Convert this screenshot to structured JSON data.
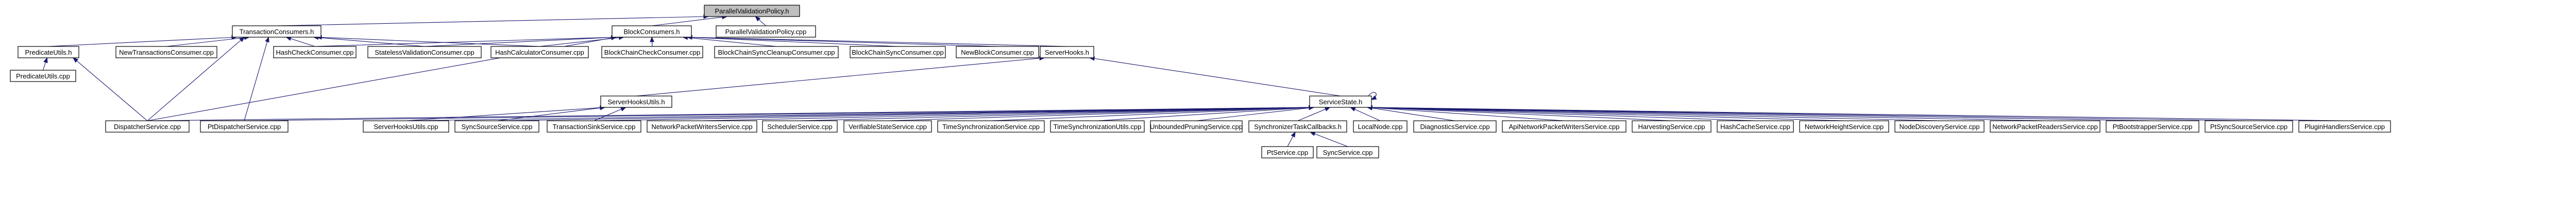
{
  "graph": {
    "nodes": [
      {
        "id": "root",
        "label": "ParallelValidationPolicy.h",
        "root": true
      },
      {
        "id": "tc",
        "label": "TransactionConsumers.h"
      },
      {
        "id": "bc",
        "label": "BlockConsumers.h"
      },
      {
        "id": "pvp",
        "label": "ParallelValidationPolicy.cpp"
      },
      {
        "id": "pu",
        "label": "PredicateUtils.h"
      },
      {
        "id": "ntc",
        "label": "NewTransactionsConsumer.cpp"
      },
      {
        "id": "hcc",
        "label": "HashCheckConsumer.cpp"
      },
      {
        "id": "svc",
        "label": "StatelessValidationConsumer.cpp"
      },
      {
        "id": "hcalc",
        "label": "HashCalculatorConsumer.cpp"
      },
      {
        "id": "bccc",
        "label": "BlockChainCheckConsumer.cpp"
      },
      {
        "id": "bcscc",
        "label": "BlockChainSyncCleanupConsumer.cpp"
      },
      {
        "id": "bcsc",
        "label": "BlockChainSyncConsumer.cpp"
      },
      {
        "id": "nbc",
        "label": "NewBlockConsumer.cpp"
      },
      {
        "id": "shk",
        "label": "ServerHooks.h"
      },
      {
        "id": "puc",
        "label": "PredicateUtils.cpp"
      },
      {
        "id": "shu",
        "label": "ServerHooksUtils.h"
      },
      {
        "id": "ss",
        "label": "ServiceState.h"
      },
      {
        "id": "ds",
        "label": "DispatcherService.cpp"
      },
      {
        "id": "ptd",
        "label": "PtDispatcherService.cpp"
      },
      {
        "id": "shuc",
        "label": "ServerHooksUtils.cpp"
      },
      {
        "id": "sss",
        "label": "SyncSourceService.cpp"
      },
      {
        "id": "tss",
        "label": "TransactionSinkService.cpp"
      },
      {
        "id": "npw",
        "label": "NetworkPacketWritersService.cpp"
      },
      {
        "id": "sch",
        "label": "SchedulerService.cpp"
      },
      {
        "id": "vss",
        "label": "VerifiableStateService.cpp"
      },
      {
        "id": "tsyn",
        "label": "TimeSynchronizationService.cpp"
      },
      {
        "id": "tsu",
        "label": "TimeSynchronizationUtils.cpp"
      },
      {
        "id": "ups",
        "label": "UnboundedPruningService.cpp"
      },
      {
        "id": "stc",
        "label": "SynchronizerTaskCallbacks.h"
      },
      {
        "id": "ln",
        "label": "LocalNode.cpp"
      },
      {
        "id": "dgs",
        "label": "DiagnosticsService.cpp"
      },
      {
        "id": "apnpw",
        "label": "ApiNetworkPacketWritersService.cpp"
      },
      {
        "id": "hvs",
        "label": "HarvestingService.cpp"
      },
      {
        "id": "hcs",
        "label": "HashCacheService.cpp"
      },
      {
        "id": "nhs",
        "label": "NetworkHeightService.cpp"
      },
      {
        "id": "nds",
        "label": "NodeDiscoveryService.cpp"
      },
      {
        "id": "npr",
        "label": "NetworkPacketReadersService.cpp"
      },
      {
        "id": "ptb",
        "label": "PtBootstrapperService.cpp"
      },
      {
        "id": "ptss",
        "label": "PtSyncSourceService.cpp"
      },
      {
        "id": "phs",
        "label": "PluginHandlersService.cpp"
      },
      {
        "id": "pts",
        "label": "PtService.cpp"
      },
      {
        "id": "syncs",
        "label": "SyncService.cpp"
      }
    ],
    "edges": [
      [
        "tc",
        "root"
      ],
      [
        "bc",
        "root"
      ],
      [
        "pvp",
        "root"
      ],
      [
        "pu",
        "tc"
      ],
      [
        "ntc",
        "tc"
      ],
      [
        "hcc",
        "tc"
      ],
      [
        "svc",
        "tc"
      ],
      [
        "hcalc",
        "tc"
      ],
      [
        "ds",
        "tc"
      ],
      [
        "ptd",
        "tc"
      ],
      [
        "hcc",
        "bc"
      ],
      [
        "svc",
        "bc"
      ],
      [
        "hcalc",
        "bc"
      ],
      [
        "bccc",
        "bc"
      ],
      [
        "bcscc",
        "bc"
      ],
      [
        "bcsc",
        "bc"
      ],
      [
        "nbc",
        "bc"
      ],
      [
        "shk",
        "bc"
      ],
      [
        "ds",
        "bc"
      ],
      [
        "puc",
        "pu"
      ],
      [
        "ds",
        "pu"
      ],
      [
        "shu",
        "shk"
      ],
      [
        "ss",
        "shk"
      ],
      [
        "shuc",
        "shu"
      ],
      [
        "sss",
        "shu"
      ],
      [
        "tss",
        "shu"
      ],
      [
        "ss",
        "ss"
      ],
      [
        "ds",
        "ss"
      ],
      [
        "ptd",
        "ss"
      ],
      [
        "shuc",
        "ss"
      ],
      [
        "sss",
        "ss"
      ],
      [
        "tss",
        "ss"
      ],
      [
        "npw",
        "ss"
      ],
      [
        "sch",
        "ss"
      ],
      [
        "vss",
        "ss"
      ],
      [
        "tsyn",
        "ss"
      ],
      [
        "tsu",
        "ss"
      ],
      [
        "ups",
        "ss"
      ],
      [
        "stc",
        "ss"
      ],
      [
        "ln",
        "ss"
      ],
      [
        "dgs",
        "ss"
      ],
      [
        "apnpw",
        "ss"
      ],
      [
        "hvs",
        "ss"
      ],
      [
        "hcs",
        "ss"
      ],
      [
        "nhs",
        "ss"
      ],
      [
        "nds",
        "ss"
      ],
      [
        "npr",
        "ss"
      ],
      [
        "ptb",
        "ss"
      ],
      [
        "ptss",
        "ss"
      ],
      [
        "phs",
        "ss"
      ],
      [
        "pts",
        "stc"
      ],
      [
        "syncs",
        "stc"
      ]
    ]
  }
}
